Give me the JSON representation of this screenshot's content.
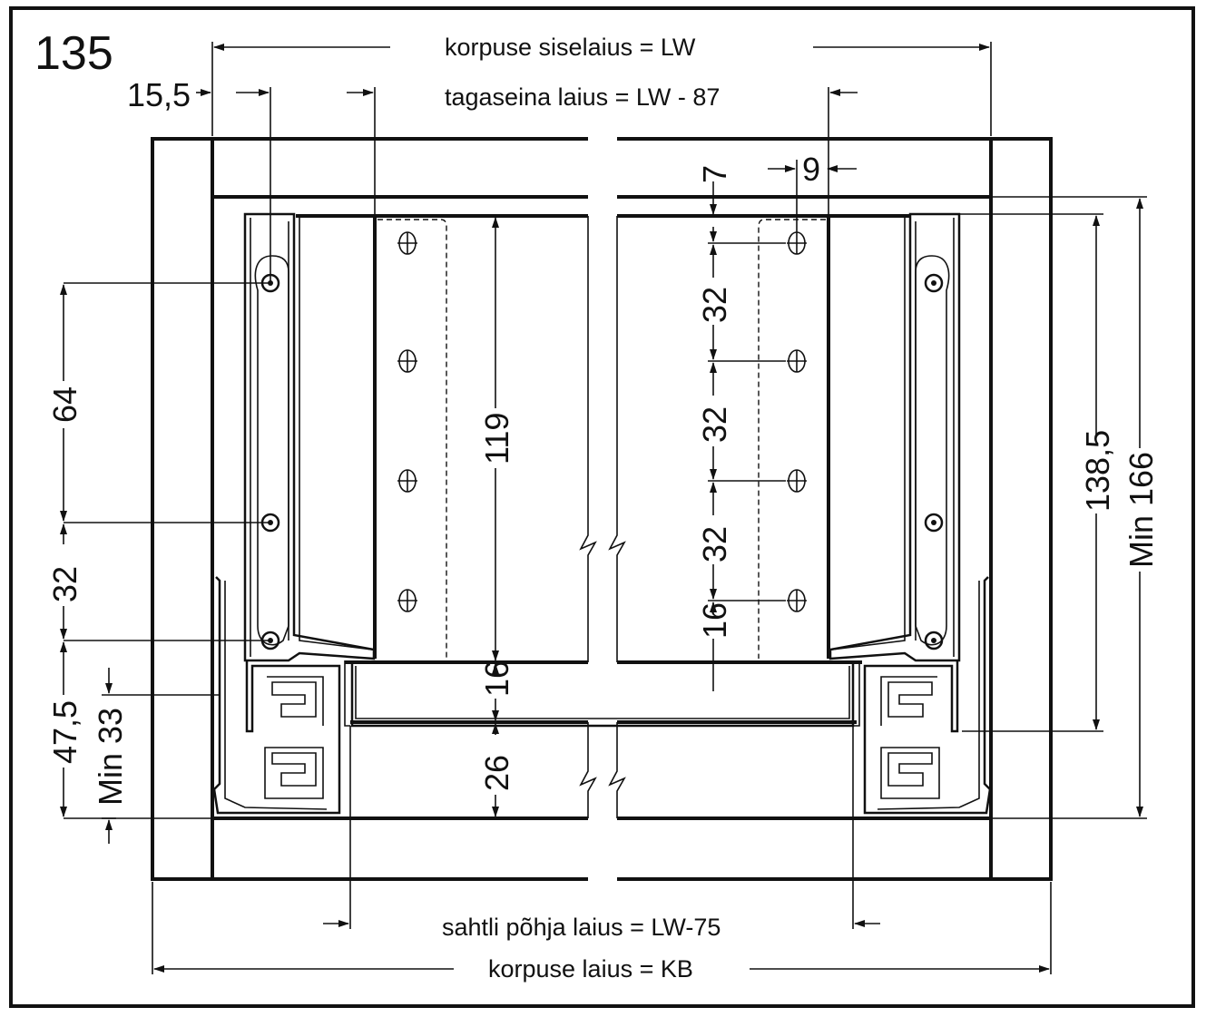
{
  "figure": {
    "number": "135",
    "labels": {
      "inner_width": "korpuse siselaius = LW",
      "back_width": "tagaseina laius = LW - 87",
      "bottom_width": "sahtli põhja laius = LW-75",
      "cabinet_width": "korpuse laius = KB"
    },
    "dimensions": {
      "d_15_5": "15,5",
      "d_64": "64",
      "d_32_left": "32",
      "d_47_5": "47,5",
      "d_min33": "Min 33",
      "d_119": "119",
      "d_16_mid": "16",
      "d_26": "26",
      "d_7": "7",
      "d_9": "9",
      "d_32_r1": "32",
      "d_32_r2": "32",
      "d_32_r3": "32",
      "d_16_right": "16",
      "d_138_5": "138,5",
      "d_min166": "Min 166"
    }
  }
}
